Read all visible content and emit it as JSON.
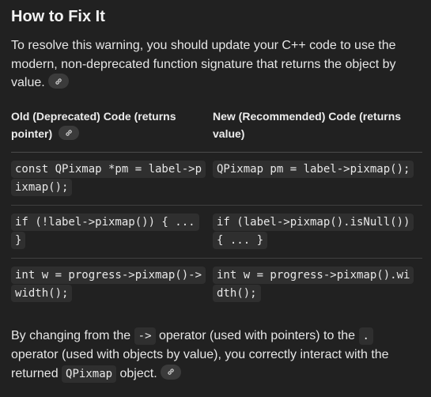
{
  "section": {
    "heading": "How to Fix It",
    "intro_text": "To resolve this warning, you should update your C++ code to use the modern, non-deprecated function signature that returns the object by value."
  },
  "table": {
    "headers": [
      "Old (Deprecated) Code (returns pointer)",
      "New (Recommended) Code (returns value)"
    ],
    "rows": [
      {
        "old": "const QPixmap *pm = label->pixmap();",
        "new": "QPixmap pm = label->pixmap();"
      },
      {
        "old": "if (!label->pixmap()) { ... }",
        "new": "if (label->pixmap().isNull()) { ... }"
      },
      {
        "old": "int w = progress->pixmap()->width();",
        "new": "int w = progress->pixmap().width();"
      }
    ]
  },
  "footer": {
    "part1": "By changing from the ",
    "code1": "->",
    "part2": " operator (used with pointers) to the ",
    "code2": ".",
    "part3": " operator (used with objects by value), you correctly interact with the returned ",
    "code3": "QPixmap",
    "part4": " object."
  },
  "icons": {
    "link": "link-icon"
  },
  "colors": {
    "background": "#212121",
    "code_background": "#2f2f2f",
    "chip_background": "#3b3b3b"
  }
}
